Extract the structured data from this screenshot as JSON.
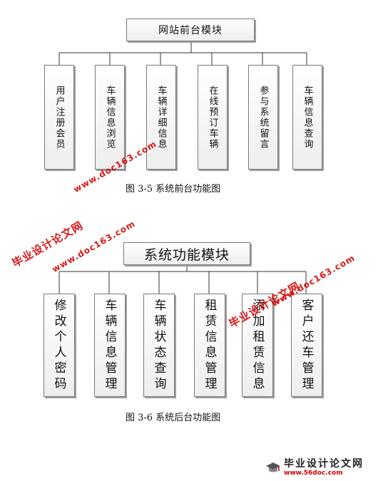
{
  "diagram1": {
    "root": "网站前台模块",
    "children": [
      "用户注册会员",
      "车辆信息浏览",
      "车辆详细信息",
      "在线预订车辆",
      "参与系统留言",
      "车辆信息查询"
    ],
    "caption": "图  3-5  系统前台功能图"
  },
  "diagram2": {
    "root": "系统功能模块",
    "children": [
      "修改个人密码",
      "车辆信息管理",
      "车辆状态查询",
      "租赁信息管理",
      "添加租赁信息",
      "客户还车管理"
    ],
    "caption": "图  3-6  系统后台功能图"
  },
  "watermarks": {
    "site_cn": "毕业设计论文网",
    "site_url": "www.doc163.com",
    "footer_cn": "毕业设计论文网",
    "footer_url": "www.56doc.com"
  },
  "colors": {
    "watermark": "#d40000",
    "box_border": "#7a7a7a",
    "box_shadow": "#9e9e9e"
  }
}
